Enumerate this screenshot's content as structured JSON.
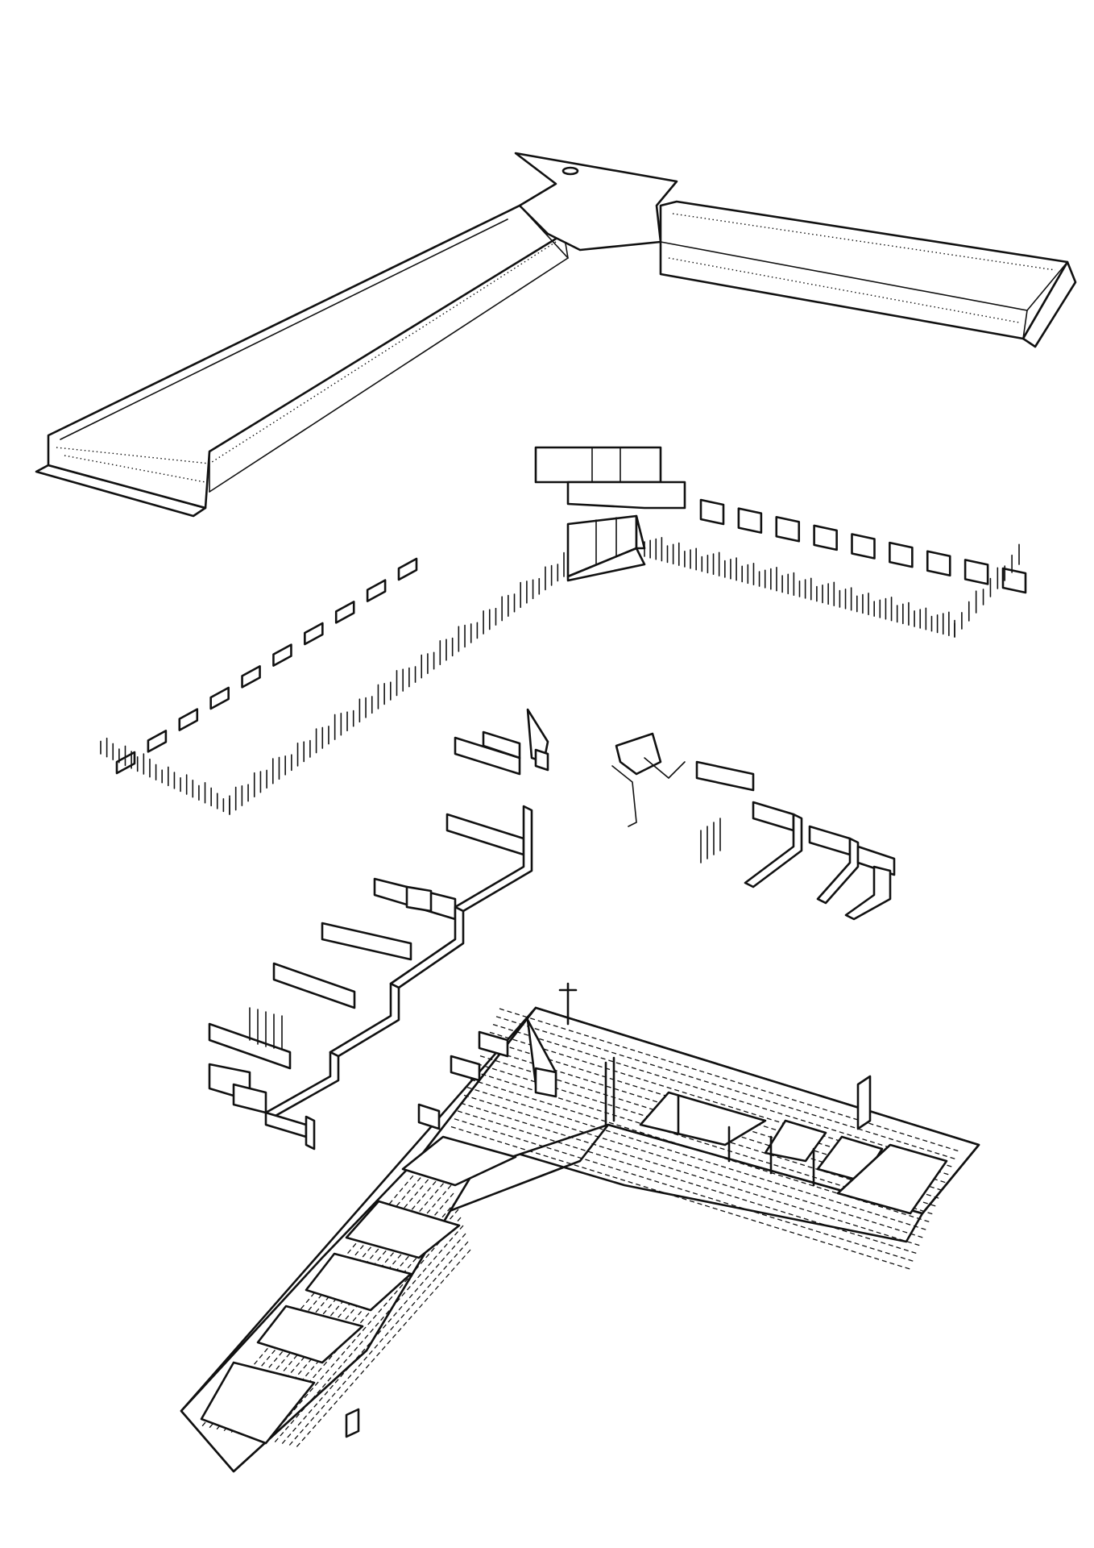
{
  "drawing": {
    "type": "exploded axonometric architectural line drawing",
    "ink_color": "#111111",
    "paper_color": "#ffffff",
    "layers": [
      {
        "id": "roof",
        "name": "roof-layer"
      },
      {
        "id": "clerestory",
        "name": "clerestory-window-layer"
      },
      {
        "id": "walls",
        "name": "interior-wall-layer"
      },
      {
        "id": "floor",
        "name": "floor-plate-layer"
      }
    ]
  }
}
